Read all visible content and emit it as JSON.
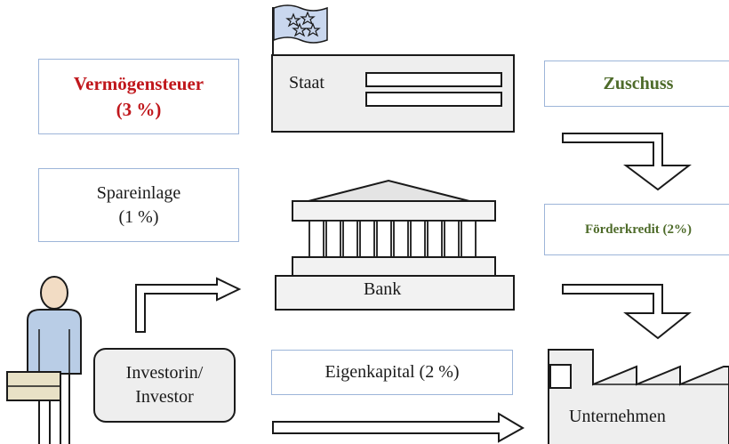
{
  "colors": {
    "tax_red": "#c0171c",
    "subsidy_green": "#4e6b2a",
    "box_border": "#9db5d9",
    "person_shirt": "#b9cde6",
    "person_head": "#f2dcc4",
    "flag_blue": "#c9d7ee"
  },
  "icons": [
    "flag-icon",
    "government-building-icon",
    "bank-icon",
    "investor-person-icon",
    "factory-icon",
    "arrow-icon"
  ],
  "labels": {
    "wealth_tax_line1": "Vermögensteuer",
    "wealth_tax_line2": "(3 %)",
    "savings_line1": "Spareinlage",
    "savings_line2": "(1 %)",
    "state": "Staat",
    "grant": "Zuschuss",
    "promotional_loan": "Förderkredit (2%)",
    "bank": "Bank",
    "investor_line1": "Investorin/",
    "investor_line2": "Investor",
    "equity": "Eigenkapital (2 %)",
    "company": "Unternehmen"
  }
}
